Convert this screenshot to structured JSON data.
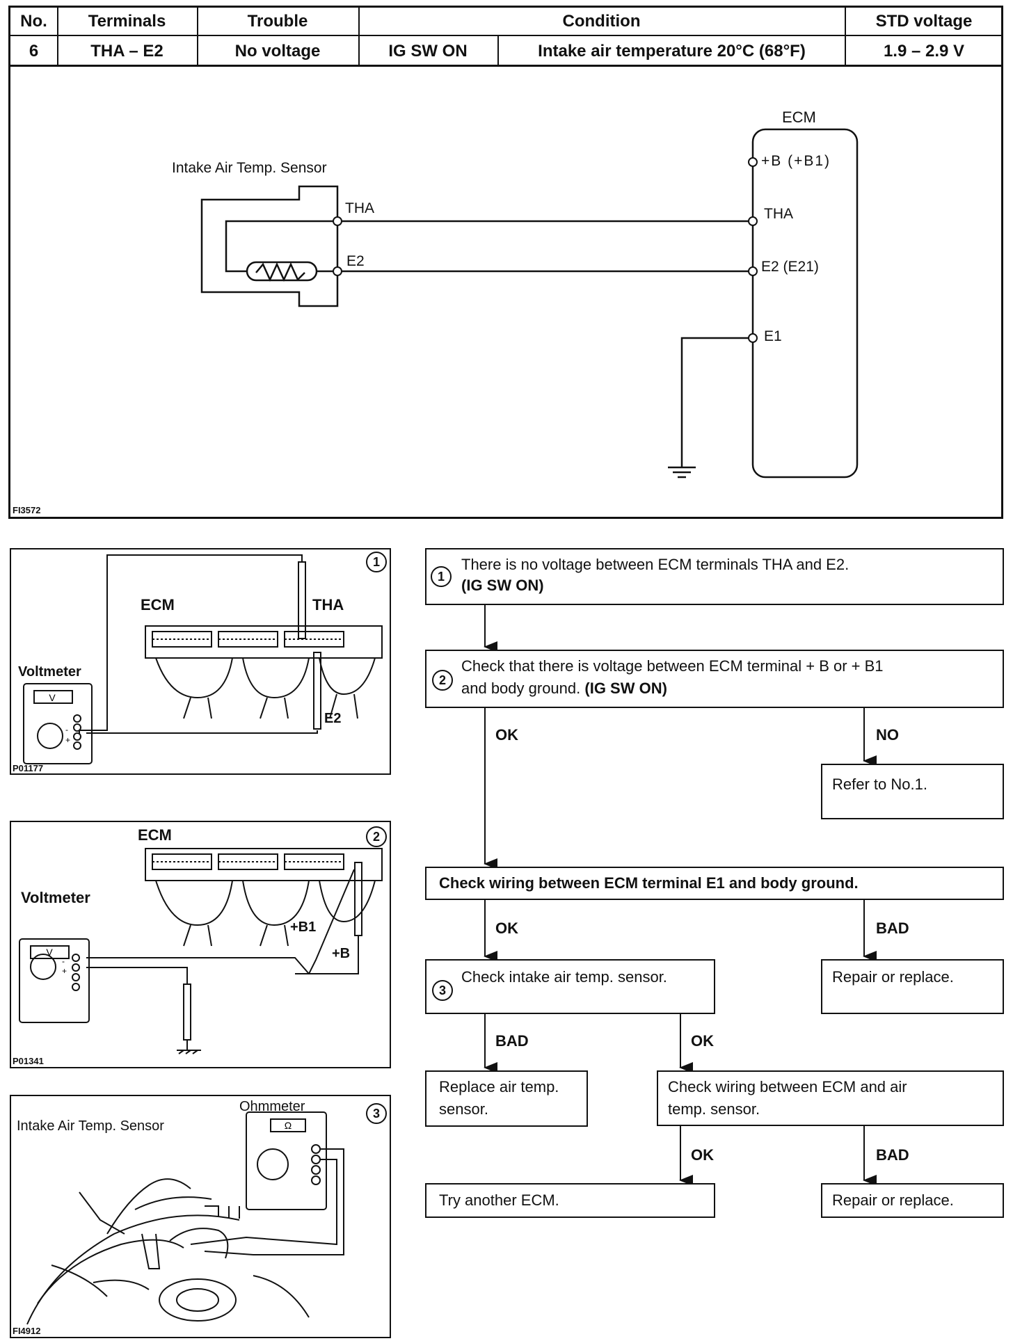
{
  "table": {
    "headers": {
      "no": "No.",
      "terminals": "Terminals",
      "trouble": "Trouble",
      "condition": "Condition",
      "std_voltage": "STD voltage"
    },
    "row": {
      "no": "6",
      "terminals": "THA – E2",
      "trouble": "No voltage",
      "condition_switch": "IG SW ON",
      "condition_detail": "Intake air temperature 20°C (68°F)",
      "std_voltage": "1.9 – 2.9 V"
    }
  },
  "circuit": {
    "code": "FI3572",
    "sensor_label": "Intake Air Temp. Sensor",
    "sensor_tha": "THA",
    "sensor_e2": "E2",
    "ecm_label": "ECM",
    "ecm_pins": {
      "b": "+B (+B1)",
      "tha": "THA",
      "e2": "E2 (E21)",
      "e1": "E1"
    }
  },
  "fig1": {
    "num": "1",
    "code": "P01177",
    "ecm": "ECM",
    "tha": "THA",
    "e2": "E2",
    "voltmeter": "Voltmeter",
    "meter_symbol": "V"
  },
  "fig2": {
    "num": "2",
    "code": "P01341",
    "ecm": "ECM",
    "voltmeter": "Voltmeter",
    "meter_symbol": "V",
    "b1": "+B1",
    "b": "+B"
  },
  "fig3": {
    "num": "3",
    "code": "FI4912",
    "sensor": "Intake Air Temp. Sensor",
    "ohmmeter": "Ohmmeter",
    "meter_symbol": "Ω"
  },
  "flow": {
    "step1": {
      "num": "1",
      "line1": "There is no voltage between ECM terminals THA and E2.",
      "line2": "(IG SW ON)"
    },
    "step2": {
      "num": "2",
      "line1": "Check that there is voltage  between ECM terminal + B or + B1",
      "line2a": "and body ground. ",
      "line2b": "(IG SW ON)"
    },
    "step2_ok": "OK",
    "step2_no": "NO",
    "refer": "Refer to No.1.",
    "check_e1": "Check wiring between ECM terminal E1 and body ground.",
    "e1_ok": "OK",
    "e1_bad": "BAD",
    "repair1": "Repair or replace.",
    "step3": {
      "num": "3",
      "text": "Check intake air temp. sensor."
    },
    "s3_bad": "BAD",
    "s3_ok": "OK",
    "replace": {
      "line1": "Replace air temp.",
      "line2": "sensor."
    },
    "check_wiring": {
      "line1": "Check wiring between ECM and air",
      "line2": "temp. sensor."
    },
    "cw_ok": "OK",
    "cw_bad": "BAD",
    "try_ecm": "Try another ECM.",
    "repair2": "Repair or replace."
  }
}
